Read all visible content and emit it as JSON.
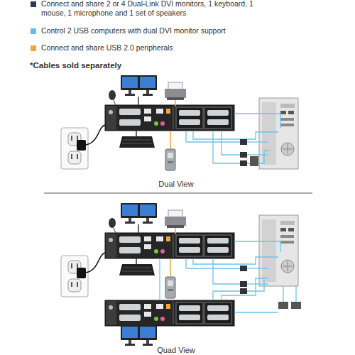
{
  "diagram": {
    "labels": [
      "*Cables sold separately",
      "Dual View",
      "Quad View"
    ],
    "legend": [
      {
        "text": "Connect and share 2 or 4 Dual-Link DVI monitors, 1 keyboard, 1 mouse, 1 microphone and 1 set of speakers",
        "color": "#2e3b55"
      },
      {
        "text": "Control 2 USB computers with dual DVI monitor support",
        "color": "#66bde8"
      },
      {
        "text": "Connect and share USB 2.0 peripherals",
        "color": "#f0a43a"
      }
    ]
  }
}
